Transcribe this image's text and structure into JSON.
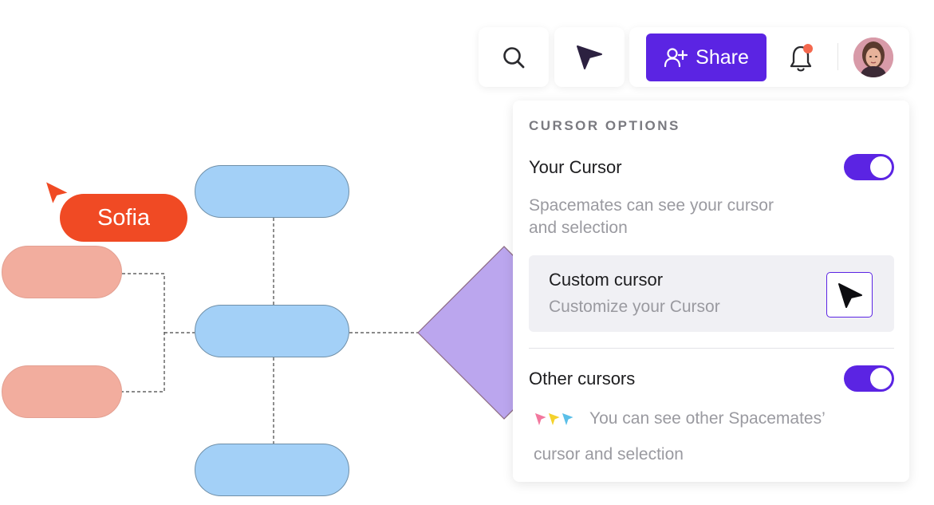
{
  "collaborator": {
    "name": "Sofia",
    "color": "#f04a24"
  },
  "toolbar": {
    "search_icon": "search-icon",
    "cursor_icon": "cursor-arrow-icon",
    "share_label": "Share",
    "share_icon": "add-user-icon",
    "bell_icon": "bell-icon",
    "notification_dot_color": "#f4684e",
    "accent": "#5b24e3"
  },
  "panel": {
    "heading": "CURSOR OPTIONS",
    "your_cursor": {
      "title": "Your Cursor",
      "enabled": true,
      "desc_line1": "Spacemates can see your cursor",
      "desc_line2": "and selection"
    },
    "custom_cursor": {
      "title": "Custom cursor",
      "subtitle": "Customize your Cursor"
    },
    "other_cursors": {
      "title": "Other cursors",
      "enabled": true,
      "desc_line1": "You can see other Spacemates’",
      "desc_line2": "cursor and selection"
    }
  },
  "diagram_colors": {
    "node_blue": "#a3d0f7",
    "node_salmon": "#f2ad9e",
    "diamond": "#bba6ee"
  }
}
